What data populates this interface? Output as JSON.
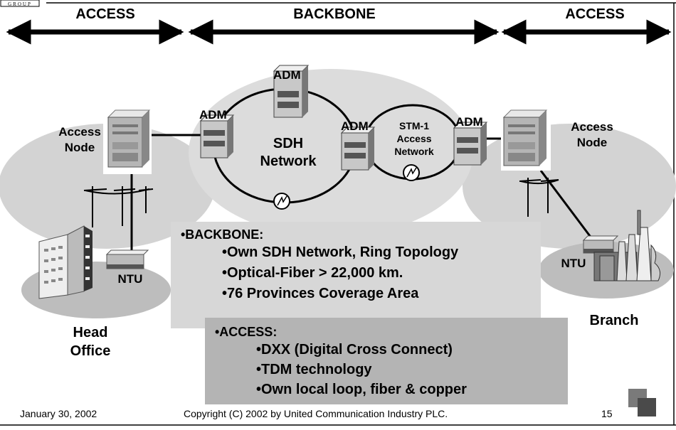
{
  "logo_text": "GROUP",
  "arrows": {
    "access_left": "ACCESS",
    "backbone": "BACKBONE",
    "access_right": "ACCESS"
  },
  "diagram": {
    "adm": "ADM",
    "sdh_line1": "SDH",
    "sdh_line2": "Network",
    "stm_line1": "STM-1",
    "stm_line2": "Access",
    "stm_line3": "Network",
    "access_node_line1": "Access",
    "access_node_line2": "Node",
    "ntu": "NTU",
    "head_office_line1": "Head",
    "head_office_line2": "Office",
    "branch": "Branch"
  },
  "backbone_box": {
    "heading": "•BACKBONE:",
    "items": [
      "•Own SDH Network, Ring Topology",
      "•Optical-Fiber > 22,000 km.",
      "•76 Provinces Coverage Area"
    ]
  },
  "access_box": {
    "heading": "•ACCESS:",
    "items": [
      "•DXX (Digital Cross Connect)",
      "•TDM technology",
      "•Own local loop, fiber & copper"
    ]
  },
  "footer": {
    "date": "January 30, 2002",
    "copyright": "Copyright (C) 2002 by United Communication Industry PLC.",
    "page": "15"
  }
}
